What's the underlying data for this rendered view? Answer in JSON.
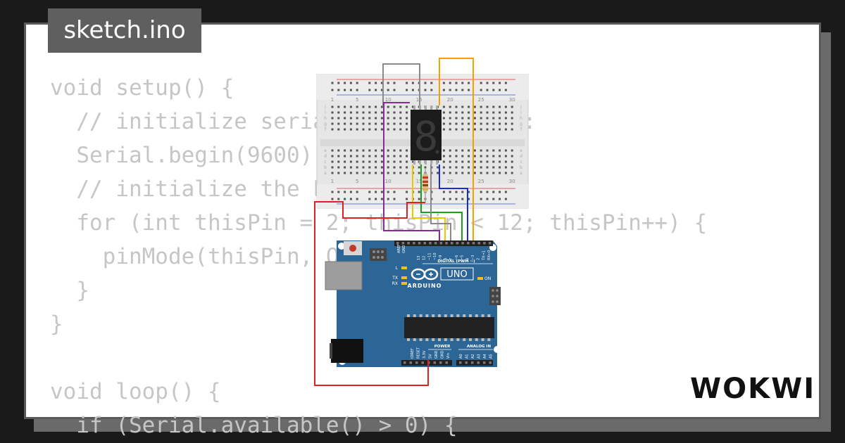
{
  "tab": {
    "filename": "sketch.ino"
  },
  "code_lines": [
    "void setup() {",
    "  // initialize serial communication:",
    "  Serial.begin(9600);",
    "  // initialize the LED pins:",
    "  for (int thisPin = 2; thisPin < 12; thisPin++) {",
    "    pinMode(thisPin, OUTPUT);",
    "  }",
    "}",
    "",
    "void loop() {",
    "  if (Serial.available() > 0) {"
  ],
  "arduino": {
    "brand": "ARDUINO",
    "model": "UNO",
    "digital_label": "DIGITAL (PWM ~)",
    "power_label": "POWER",
    "analog_label": "ANALOG IN",
    "on_label": "ON",
    "led_labels": [
      "L",
      "TX",
      "RX"
    ],
    "aref_label": "AREF",
    "gnd_label": "GND",
    "digital_pins": [
      "13",
      "12",
      "~11",
      "~10",
      "~9",
      "8",
      "7",
      "~6",
      "~5",
      "4",
      "~3",
      "2",
      "TX→1",
      "RX←0"
    ],
    "power_pins": [
      "IOREF",
      "RESET",
      "3.3V",
      "5V",
      "GND",
      "GND",
      "Vin"
    ],
    "analog_pins": [
      "A0",
      "A1",
      "A2",
      "A3",
      "A4",
      "A5"
    ]
  },
  "breadboard": {
    "column_numbers": [
      "1",
      "5",
      "10",
      "15",
      "20",
      "25",
      "30"
    ],
    "row_letters_top": [
      "j",
      "i",
      "h",
      "g",
      "f"
    ],
    "row_letters_bottom": [
      "e",
      "d",
      "c",
      "b",
      "a"
    ]
  },
  "display": {
    "digit": "8"
  },
  "logo": {
    "text": "WOKWI"
  },
  "colors": {
    "background": "#1a1a1a",
    "card": "#ffffff",
    "code_text": "#c6c6c6",
    "tab_bg": "#5f5f5f",
    "arduino_blue": "#2c6697",
    "wire_red": "#e02020",
    "wire_gray": "#8a8a8a",
    "wire_orange": "#f5a000",
    "wire_purple": "#8a2a9a",
    "wire_yellow": "#e8c800",
    "wire_green": "#1aa01a",
    "wire_blue": "#1a2adc"
  }
}
